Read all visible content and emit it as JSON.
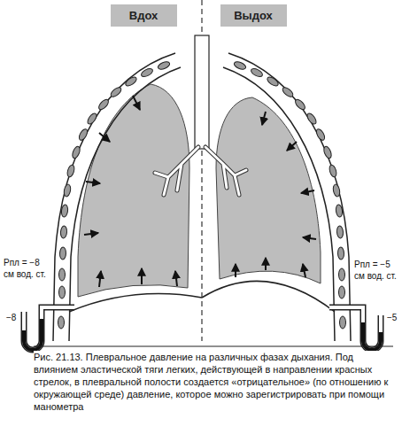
{
  "diagram": {
    "caption": "Рис. 21.13. Плевральное давление на различных фазах дыхания. Под влиянием эластической тяги легких, действующей в направлении красных стрелок, в плевральной полости создается «отрицательное» (по отношению к окружающей среде) давление, которое можно зарегистрировать при помощи манометра",
    "nodes": [
      {
        "text": [
          "Вдох"
        ]
      },
      {
        "text": [
          "Выдох"
        ]
      }
    ],
    "labels": [
      "Рпл = −8 см вод. ст.",
      "−8",
      "Рпл = −5 см вод. ст.",
      "−5"
    ]
  }
}
